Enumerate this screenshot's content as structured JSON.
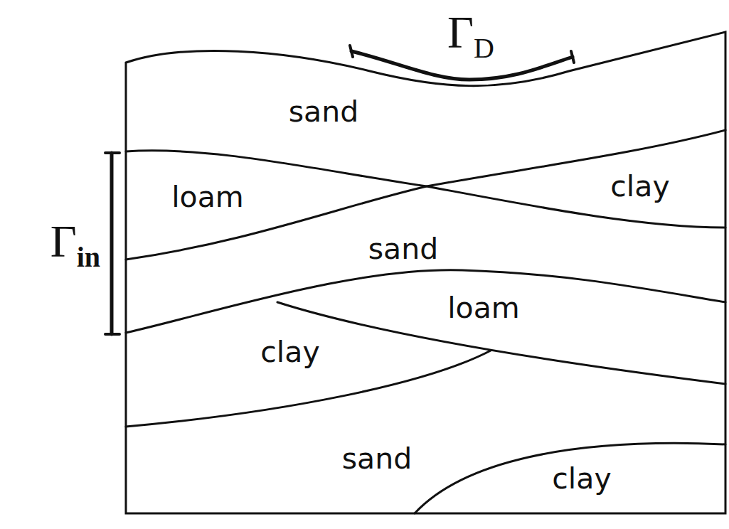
{
  "diagram": {
    "labels": [
      "ΓD",
      "sand",
      "loam",
      "clay",
      "sand",
      "loam",
      "clay",
      "sand",
      "clay",
      "Γin"
    ]
  }
}
